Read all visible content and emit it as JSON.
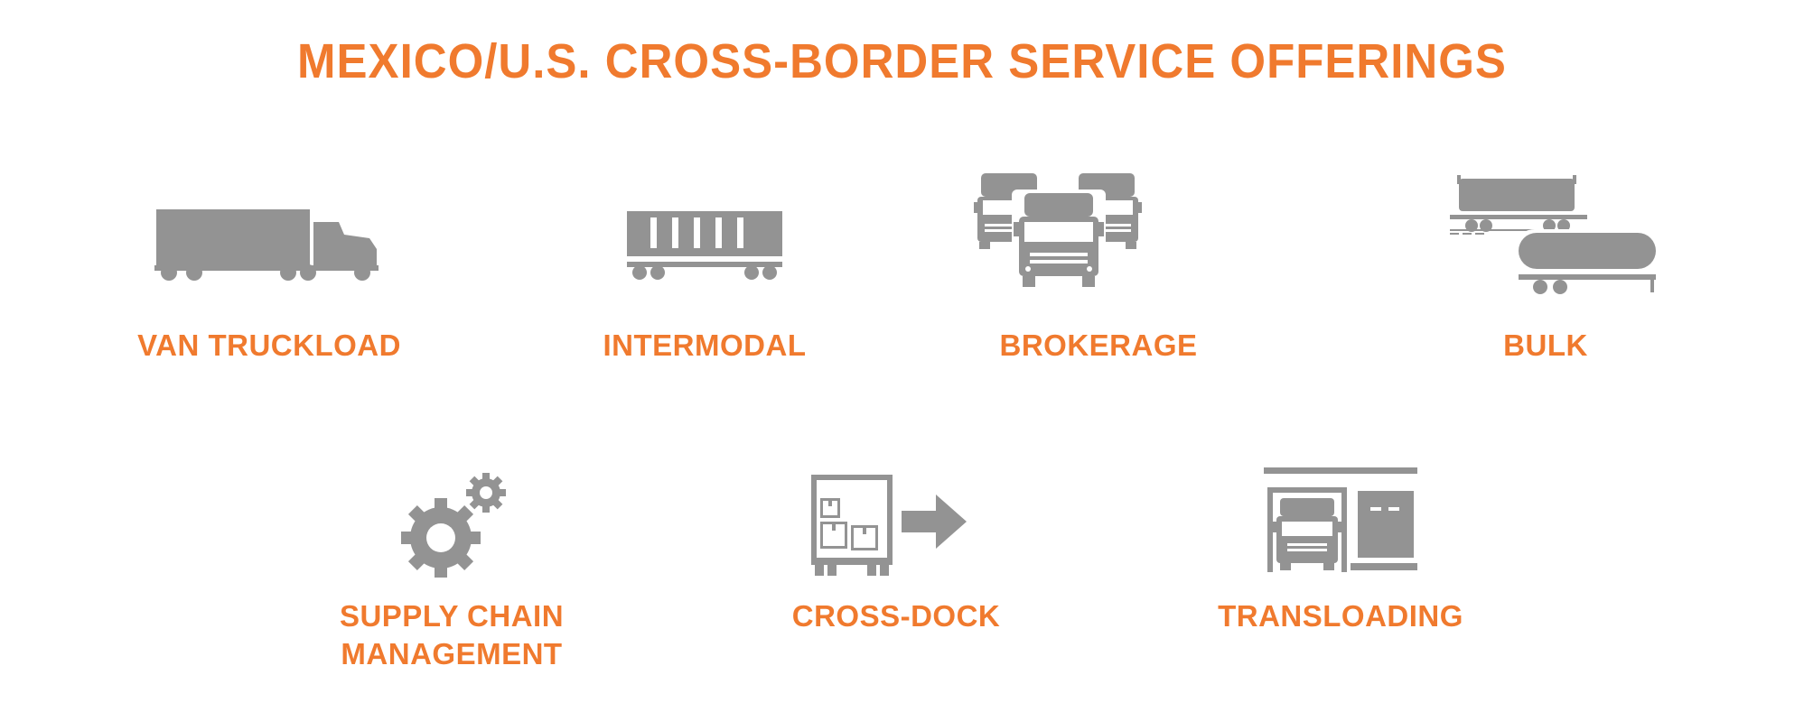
{
  "title": "MEXICO/U.S. CROSS-BORDER SERVICE OFFERINGS",
  "colors": {
    "accent": "#F07A2E",
    "icon": "#939393",
    "background": "#FFFFFF"
  },
  "services": [
    {
      "label": "VAN TRUCKLOAD",
      "icon": "semi-truck-icon"
    },
    {
      "label": "INTERMODAL",
      "icon": "rail-container-icon"
    },
    {
      "label": "BROKERAGE",
      "icon": "truck-fleet-icon"
    },
    {
      "label": "BULK",
      "icon": "tanker-railcar-icon"
    },
    {
      "label_lines": [
        "SUPPLY CHAIN",
        "MANAGEMENT"
      ],
      "icon": "gears-icon"
    },
    {
      "label": "CROSS-DOCK",
      "icon": "cross-dock-icon"
    },
    {
      "label": "TRANSLOADING",
      "icon": "warehouse-dock-icon"
    }
  ]
}
